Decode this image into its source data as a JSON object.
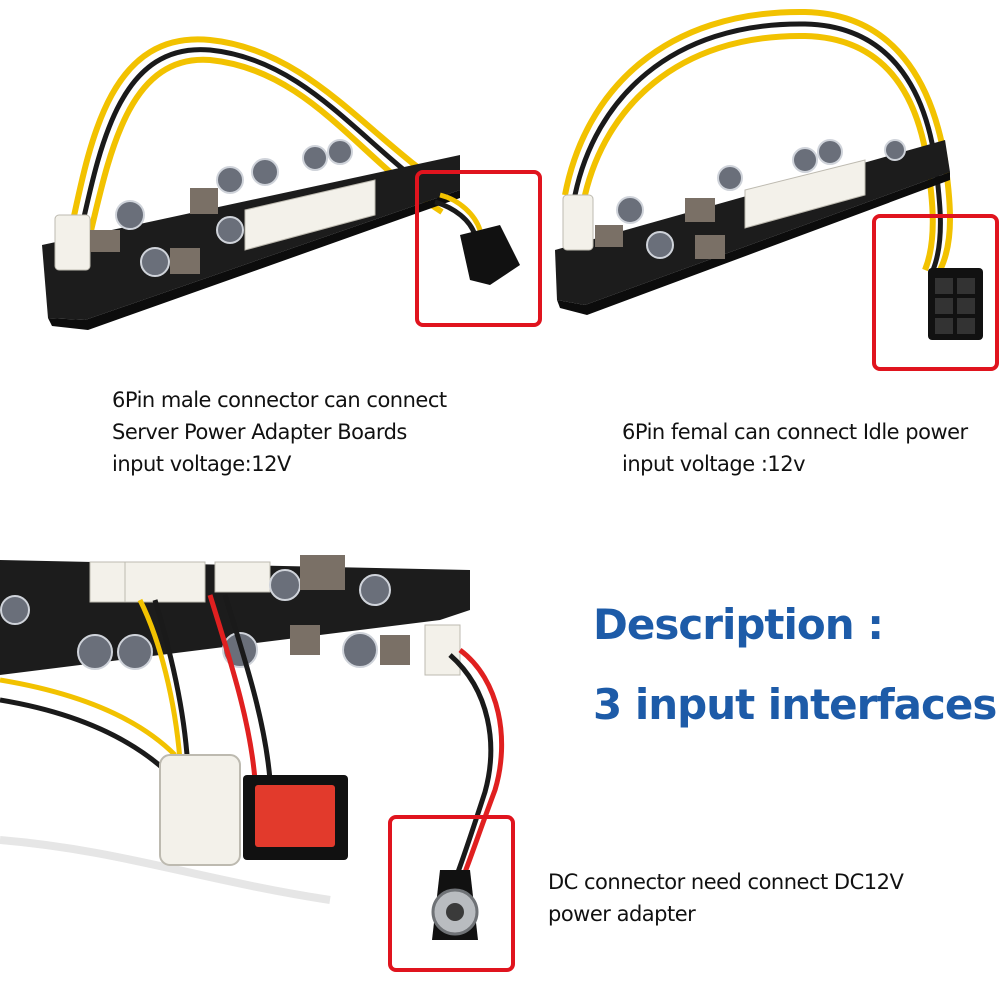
{
  "colors": {
    "highlight": "#e0141e",
    "description_text": "#1d5ba8",
    "caption_text": "#111111",
    "wire_yellow": "#f2c200",
    "wire_black": "#1a1a1a",
    "wire_red": "#e02020",
    "pcb": "#1c1c1c"
  },
  "captions": {
    "top_left": {
      "line1": "6Pin male connector can connect",
      "line2": "Server Power Adapter Boards",
      "line3": "input voltage:12V"
    },
    "top_right": {
      "line1": "6Pin femal can connect Idle power",
      "line2": "input voltage :12v"
    },
    "bottom_right": {
      "line1": "DC connector need connect DC12V",
      "line2": "power adapter"
    }
  },
  "description": {
    "title": "Description :",
    "subtitle": "3 input interfaces"
  },
  "product_photos": {
    "top_left": "6pin-male-connector-board-photo",
    "top_right": "6pin-female-connector-board-photo",
    "bottom_left": "dc-connector-board-with-switch-photo"
  }
}
